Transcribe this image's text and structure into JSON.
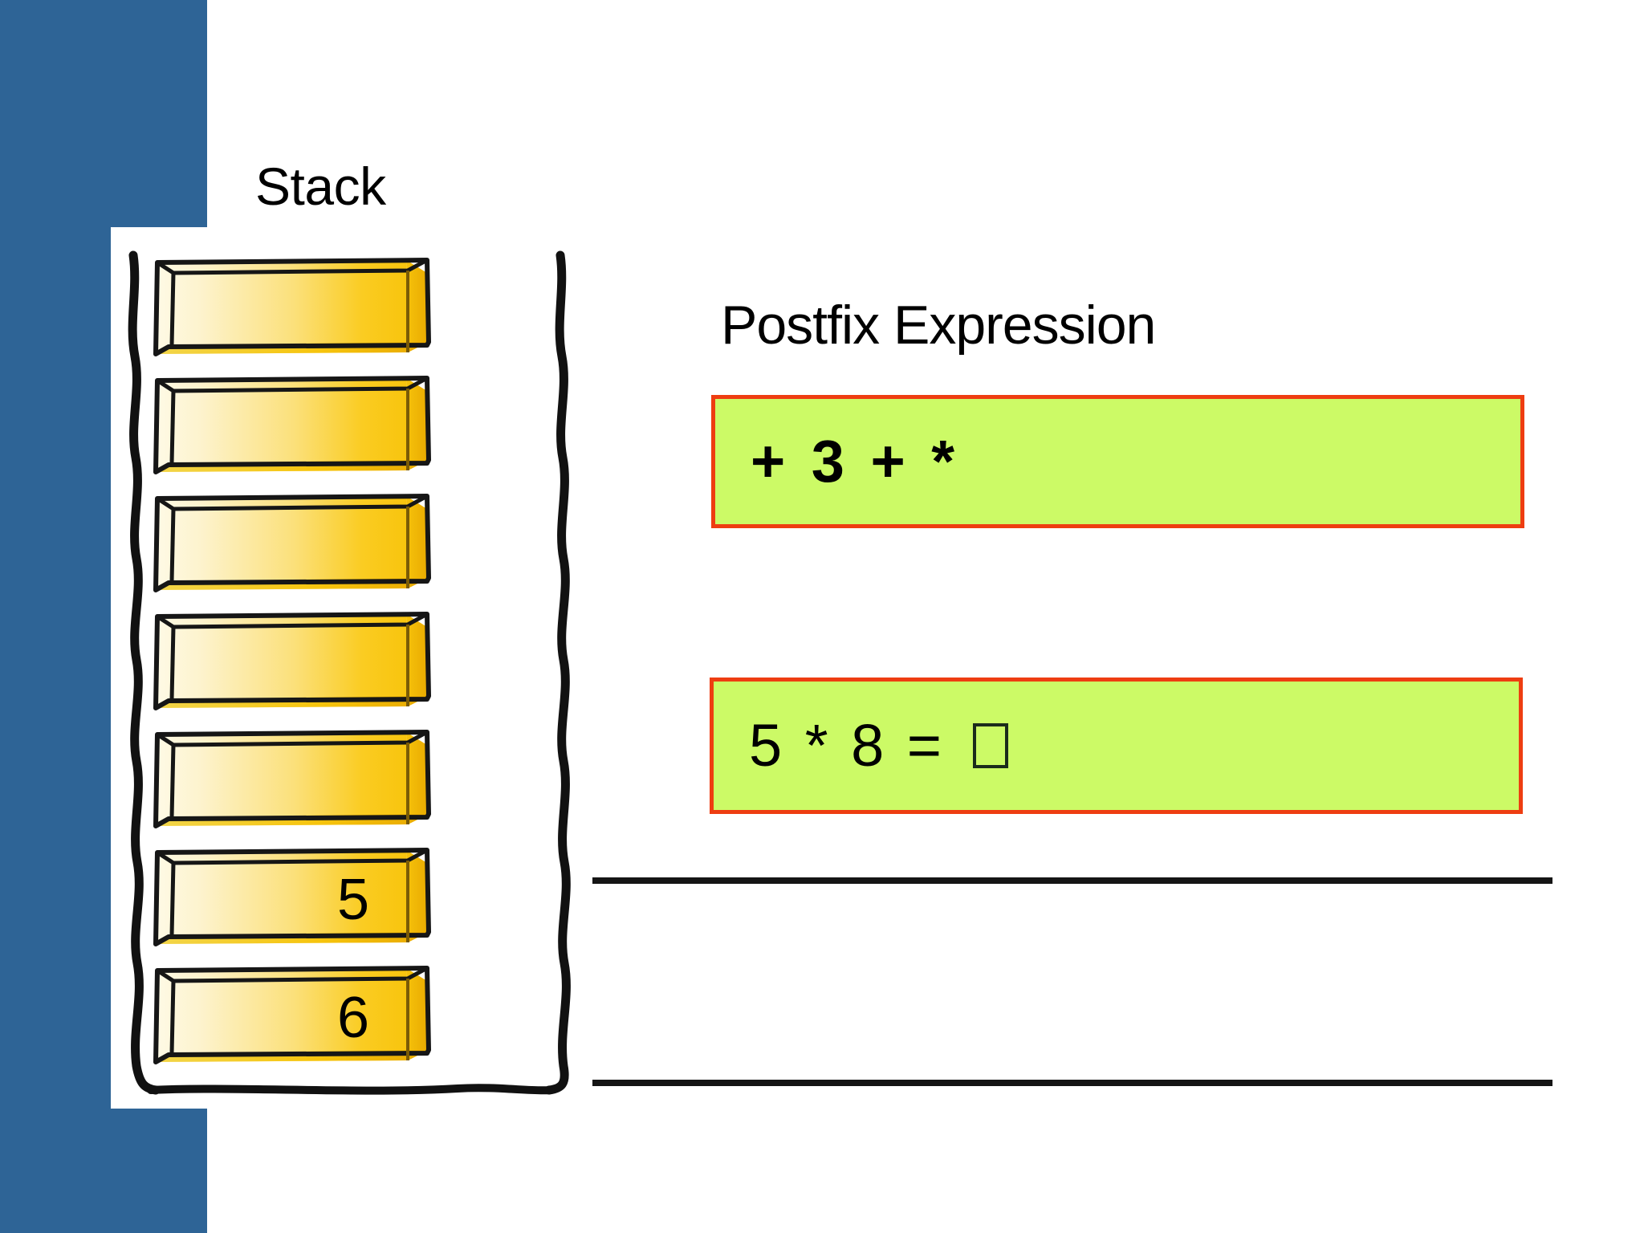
{
  "slide": {
    "background_color": "#FFFFFF",
    "accent_band_color": "#2E6496",
    "panel_color": "#FFFFFF"
  },
  "stack_panel": {
    "title": "Stack",
    "cell_count": 7,
    "cells": [
      {
        "index": 0,
        "value": ""
      },
      {
        "index": 1,
        "value": ""
      },
      {
        "index": 2,
        "value": ""
      },
      {
        "index": 3,
        "value": ""
      },
      {
        "index": 4,
        "value": ""
      },
      {
        "index": 5,
        "value": "5"
      },
      {
        "index": 6,
        "value": "6"
      }
    ],
    "cell_fill_light": "#FDF6D8",
    "cell_fill_dark": "#FBC917",
    "cell_border_color": "#111111",
    "rail_color": "#111111"
  },
  "expression_panel": {
    "title": "Postfix Expression",
    "boxes": [
      {
        "id": "remaining-expression",
        "text": "+ 3 + *",
        "bold": true,
        "fill_color": "#CCFA66",
        "border_color": "#EE3D11",
        "has_tofu": false
      },
      {
        "id": "current-operation",
        "text": "5 * 8 = ",
        "bold": false,
        "fill_color": "#CCFA66",
        "border_color": "#EE3D11",
        "has_tofu": true,
        "tofu_glyph": "missing-glyph-box"
      }
    ],
    "rules": [
      {
        "id": "rule-top"
      },
      {
        "id": "rule-bottom"
      }
    ],
    "rule_color": "#151515"
  }
}
